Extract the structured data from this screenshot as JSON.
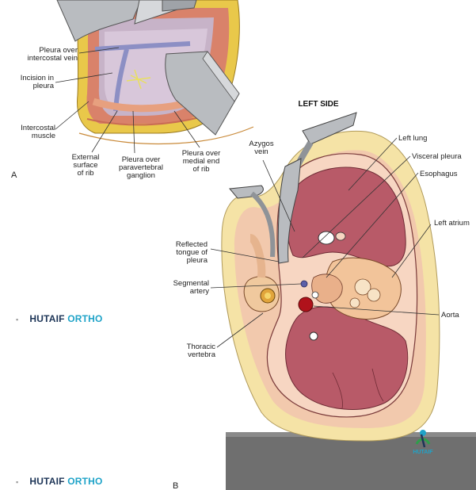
{
  "panel_a": {
    "letter": "A",
    "labels": {
      "pleura_over_intercostal_vein_1": "Pleura over",
      "pleura_over_intercostal_vein_2": "intercostal vein",
      "incision_in_pleura_1": "Incision in",
      "incision_in_pleura_2": "pleura",
      "intercostal_muscle_1": "Intercostal",
      "intercostal_muscle_2": "muscle",
      "external_surface_1": "External",
      "external_surface_2": "surface",
      "external_surface_3": "of rib",
      "paravertebral_1": "Pleura over",
      "paravertebral_2": "paravertebral",
      "paravertebral_3": "ganglion",
      "medial_end_1": "Pleura over",
      "medial_end_2": "medial end",
      "medial_end_3": "of rib"
    }
  },
  "panel_b": {
    "letter": "B",
    "title": "LEFT SIDE",
    "labels": {
      "azygos_1": "Azygos",
      "azygos_2": "vein",
      "left_lung": "Left lung",
      "visceral_pleura": "Visceral pleura",
      "esophagus": "Esophagus",
      "left_atrium": "Left atrium",
      "reflected_1": "Reflected",
      "reflected_2": "tongue of",
      "reflected_3": "pleura",
      "segmental_1": "Segmental",
      "segmental_2": "artery",
      "aorta": "Aorta",
      "thoracic_1": "Thoracic",
      "thoracic_2": "vertebra"
    }
  },
  "watermark": {
    "brand_part1": "HUTAIF",
    "brand_part2": "ORTHO",
    "logo_text": "HUTAIF"
  },
  "colors": {
    "lung": "#b85a68",
    "skin": "#f5e3a6",
    "muscle": "#f0b9a8",
    "tissue_orange": "#f2c49a",
    "retractor": "#b9bcc0",
    "aorta": "#b0121b",
    "brand_dark": "#1d3557",
    "brand_light": "#1fa3c8"
  }
}
